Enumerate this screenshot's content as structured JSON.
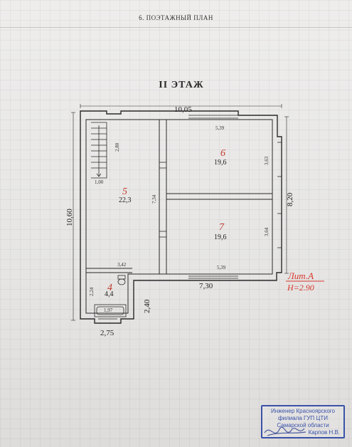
{
  "document": {
    "header": "6. ПОЭТАЖНЫЙ ПЛАН",
    "floor_title": "II ЭТАЖ"
  },
  "dimensions": {
    "top_total": "10,05",
    "left_total": "10,60",
    "right_total": "8,20",
    "bottom_main": "7,30",
    "bottom_small": "2,75",
    "small_room_right": "2,40",
    "room6_top": "5,39",
    "room6_right": "3,63",
    "room7_right": "3,64",
    "room7_bottom": "5,39",
    "room5_right": "7,34",
    "room5_bottom": "3,42",
    "room4_left": "2,24",
    "bath_length": "1,97",
    "stair_width": "1,00",
    "stair_length": "2,80"
  },
  "rooms": [
    {
      "number": "5",
      "area": "22,3"
    },
    {
      "number": "6",
      "area": "19,6"
    },
    {
      "number": "7",
      "area": "19,6"
    },
    {
      "number": "4",
      "area": "4,4"
    }
  ],
  "annotation": {
    "line1": "Лит.А",
    "line2": "Н=2.90"
  },
  "stamp": {
    "line1": "Инженер Красноярского",
    "line2": "филиала ГУП ЦТИ",
    "line3": "Самарской области",
    "line4": "Карпов Н.В."
  }
}
